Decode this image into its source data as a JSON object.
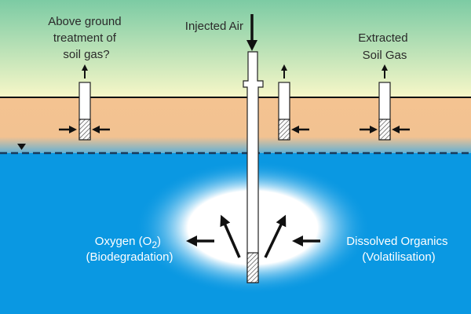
{
  "title": "Air sparging with soil vapour extraction",
  "labels": {
    "above_ground": [
      "Above ground",
      "treatment of",
      "soil gas?"
    ],
    "injected_air": "Injected Air",
    "extracted": [
      "Extracted",
      "Soil Gas"
    ],
    "oxygen": [
      "Oxygen (O",
      "2",
      ")",
      "(Biodegradation)"
    ],
    "dissolved": [
      "Dissolved Organics",
      "(Volatilisation)"
    ]
  },
  "colors": {
    "sky_top": "#7ccba4",
    "sky_bottom": "#f7f7c8",
    "soil": "#f4c391",
    "groundwater": "#0a98e2",
    "water_table": "#1a3a5a"
  },
  "icons": [
    "injected-air-arrow",
    "extraction-arrow",
    "inflow-arrow",
    "water-table-marker"
  ]
}
